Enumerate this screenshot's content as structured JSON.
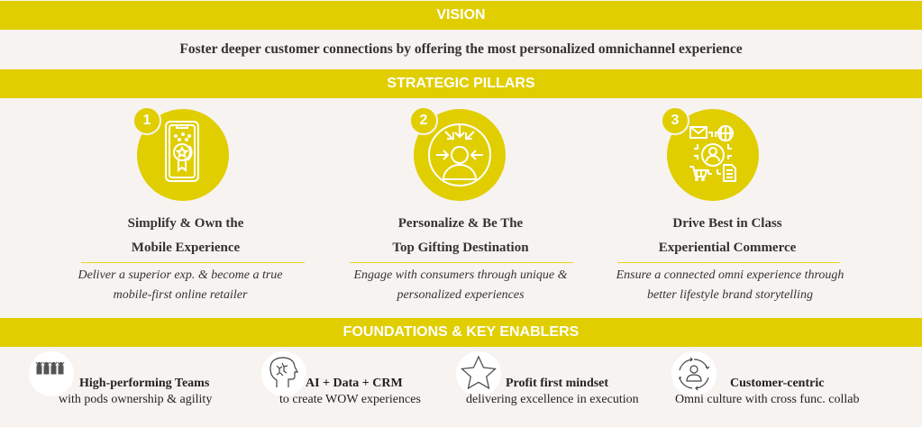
{
  "colors": {
    "accent": "#e0ce00",
    "background": "#f7f3f0",
    "text": "#333333"
  },
  "vision": {
    "header": "VISION",
    "statement": "Foster deeper customer connections by offering the most personalized omnichannel experience"
  },
  "pillars": {
    "header": "STRATEGIC PILLARS",
    "items": [
      {
        "number": "1",
        "icon": "mobile-award-icon",
        "title_line1": "Simplify & Own the",
        "title_line2": "Mobile Experience",
        "desc_line1": "Deliver a superior exp. & become a true",
        "desc_line2": "mobile-first online retailer"
      },
      {
        "number": "2",
        "icon": "personalization-target-icon",
        "title_line1": "Personalize & Be The",
        "title_line2": "Top Gifting Destination",
        "desc_line1": "Engage with consumers through unique &",
        "desc_line2": "personalized experiences"
      },
      {
        "number": "3",
        "icon": "omnichannel-network-icon",
        "title_line1": "Drive Best in Class",
        "title_line2": "Experiential Commerce",
        "desc_line1": "Ensure a connected  omni experience through",
        "desc_line2": "better lifestyle brand storytelling"
      }
    ]
  },
  "foundations": {
    "header": "FOUNDATIONS & KEY ENABLERS",
    "items": [
      {
        "icon": "team-people-icon",
        "title": "High-performing Teams",
        "desc": "with pods ownership & agility"
      },
      {
        "icon": "brain-head-icon",
        "title": "AI + Data + CRM",
        "desc": "to create WOW experiences"
      },
      {
        "icon": "star-icon",
        "title": "Profit first mindset",
        "desc": "delivering excellence in execution"
      },
      {
        "icon": "customer-cycle-icon",
        "title": "Customer-centric",
        "desc": "Omni culture with cross func. collab"
      }
    ]
  }
}
